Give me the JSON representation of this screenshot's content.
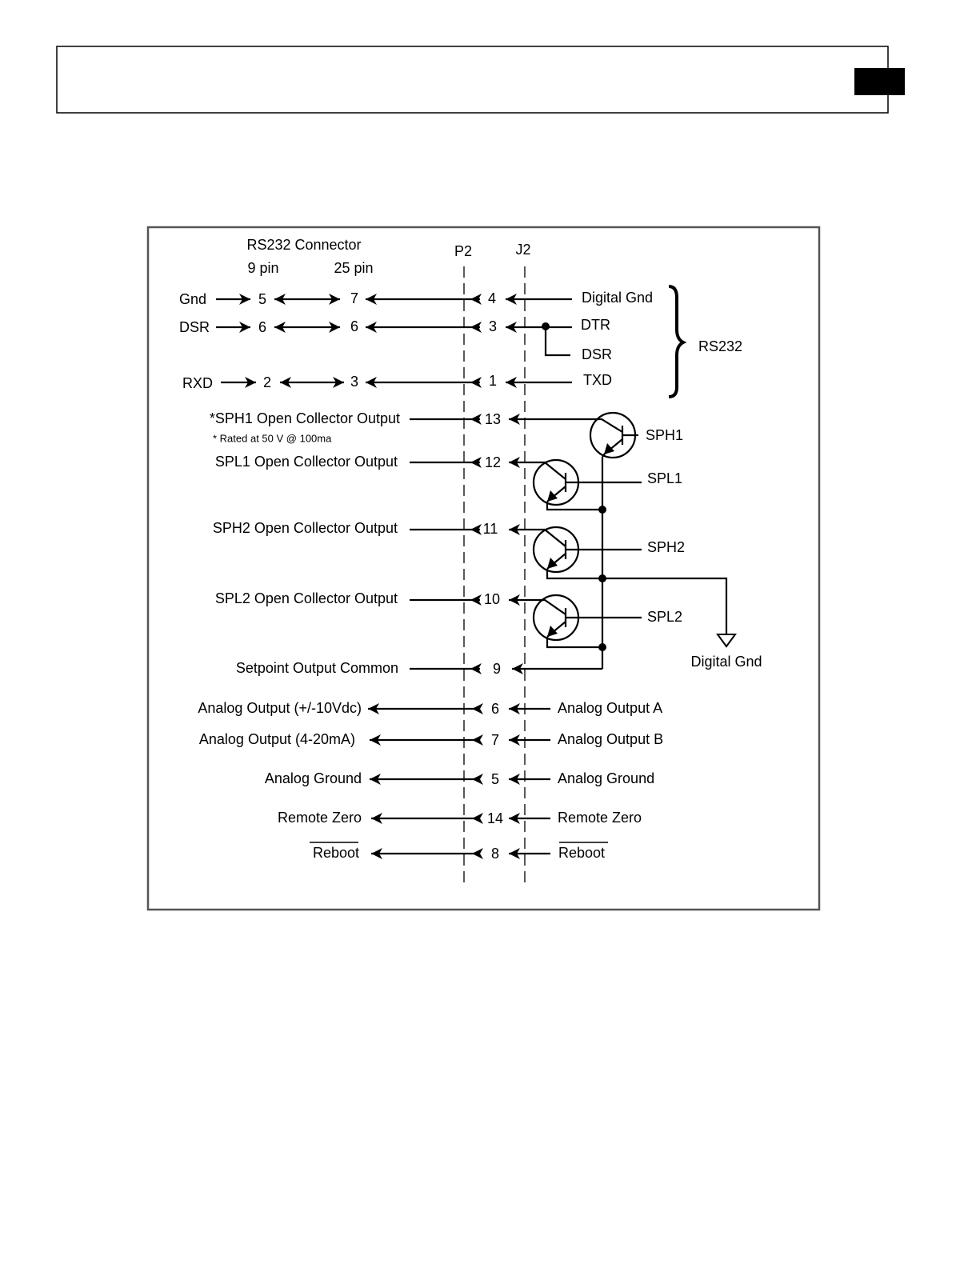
{
  "header": {
    "title": ""
  },
  "diagram": {
    "title": "RS232 Connector",
    "col_9pin": "9 pin",
    "col_25pin": "25 pin",
    "p2": "P2",
    "j2": "J2",
    "rs232_rows": [
      {
        "signal": "Gnd",
        "pin9": "5",
        "pin25": "7",
        "p2pin": "4",
        "right": "Digital Gnd"
      },
      {
        "signal": "DSR",
        "pin9": "6",
        "pin25": "6",
        "p2pin": "3",
        "right": "DTR"
      },
      {
        "signal": "RXD",
        "pin9": "2",
        "pin25": "3",
        "p2pin": "1",
        "right": "TXD"
      }
    ],
    "dsr_loop_label": "DSR",
    "rs232_brace_label": "RS232",
    "setpoint_rows": [
      {
        "label": "*SPH1 Open Collector Output",
        "pin": "13",
        "transistor": "SPH1"
      },
      {
        "label": "SPL1 Open Collector Output",
        "pin": "12",
        "transistor": "SPL1"
      },
      {
        "label": "SPH2 Open Collector Output",
        "pin": "11",
        "transistor": "SPH2"
      },
      {
        "label": "SPL2 Open Collector Output",
        "pin": "10",
        "transistor": "SPL2"
      }
    ],
    "rating_note": "* Rated at 50 V  @  100ma",
    "common": {
      "label": "Setpoint Output Common",
      "pin": "9"
    },
    "digital_gnd": "Digital Gnd",
    "analog_rows": [
      {
        "left": "Analog Output (+/-10Vdc)",
        "pin": "6",
        "right": "Analog Output A"
      },
      {
        "left": "Analog Output (4-20mA)",
        "pin": "7",
        "right": "Analog Output B"
      },
      {
        "left": "Analog Ground",
        "pin": "5",
        "right": "Analog Ground"
      },
      {
        "left": "Remote Zero",
        "pin": "14",
        "right": "Remote Zero"
      },
      {
        "left": "Reboot",
        "pin": "8",
        "right": "Reboot"
      }
    ]
  }
}
